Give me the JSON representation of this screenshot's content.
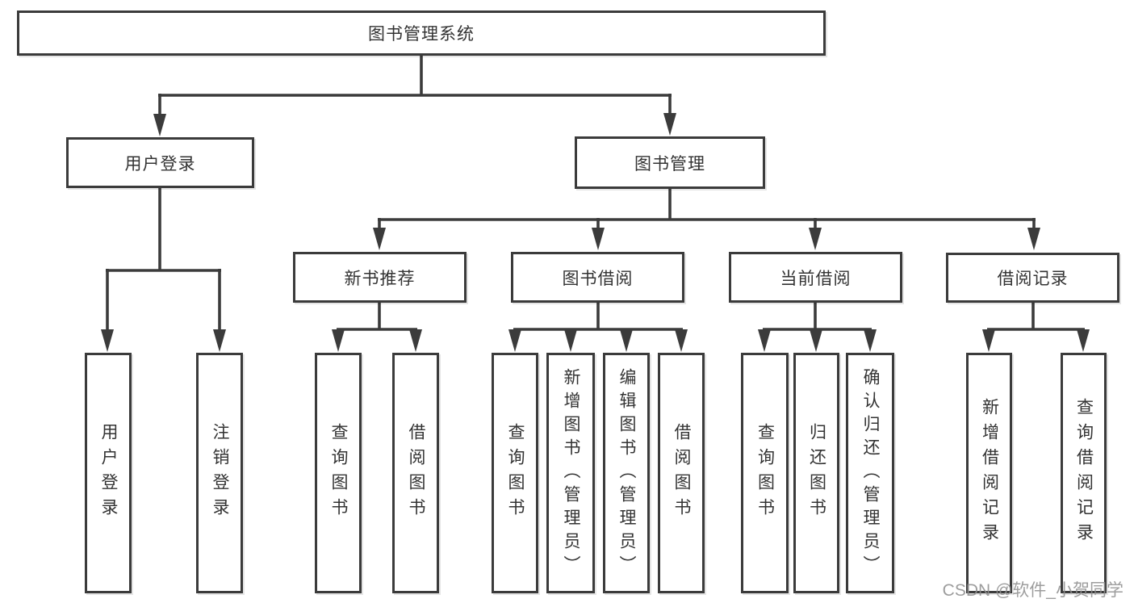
{
  "diagram": {
    "title_root": "图书管理系统",
    "level2": {
      "user_login": "用户登录",
      "book_mgmt": "图书管理"
    },
    "level3": {
      "new_book_rec": "新书推荐",
      "book_borrow": "图书借阅",
      "current_borrow": "当前借阅",
      "borrow_records": "借阅记录"
    },
    "leaves": {
      "user_login": [
        "用户登录",
        "注销登录"
      ],
      "new_book_rec": [
        "查询图书",
        "借阅图书"
      ],
      "book_borrow": [
        "查询图书",
        "新增图书（管理员）",
        "编辑图书（管理员）",
        "借阅图书"
      ],
      "current_borrow": [
        "查询图书",
        "归还图书",
        "确认归还（管理员）"
      ],
      "borrow_records": [
        "新增借阅记录",
        "查询借阅记录"
      ]
    },
    "colors": {
      "line": "#3b3b3b",
      "text": "#333333",
      "background": "#ffffff",
      "watermark": "#8f8f8f"
    },
    "watermark": "CSDN @软件_小贺同学"
  }
}
